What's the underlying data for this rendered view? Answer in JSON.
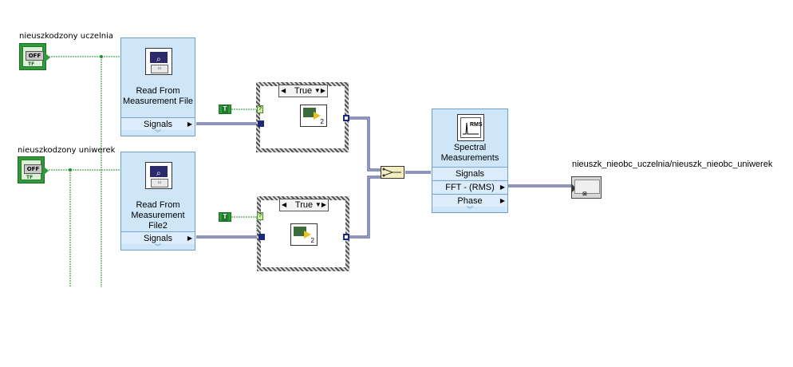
{
  "controls": [
    {
      "label": "nieuszkodzony uczelnia",
      "switch": "OFF",
      "type": "TF"
    },
    {
      "label": "nieuszkodzony uniwerek",
      "switch": "OFF",
      "type": "TF"
    }
  ],
  "read_vis": [
    {
      "title": "Read From Measurement File",
      "output": "Signals"
    },
    {
      "title": "Read From Measurement File2",
      "output": "Signals"
    }
  ],
  "case_structures": [
    {
      "selector": "True",
      "constant": "T",
      "subvi_number": "2"
    },
    {
      "selector": "True",
      "constant": "T",
      "subvi_number": "2"
    }
  ],
  "spectral": {
    "title": "Spectral Measurements",
    "terminals": [
      "Signals",
      "FFT - (RMS)",
      "Phase"
    ],
    "icon_text": "RMS"
  },
  "indicator": {
    "label": "nieuszk_nieobc_uczelnia/nieuszk_nieobc_uniwerek"
  },
  "colors": {
    "boolean_wire": "#1f8f2f",
    "signal_wire": "#1d2a7a",
    "vi_background": "#cfe6f8"
  }
}
